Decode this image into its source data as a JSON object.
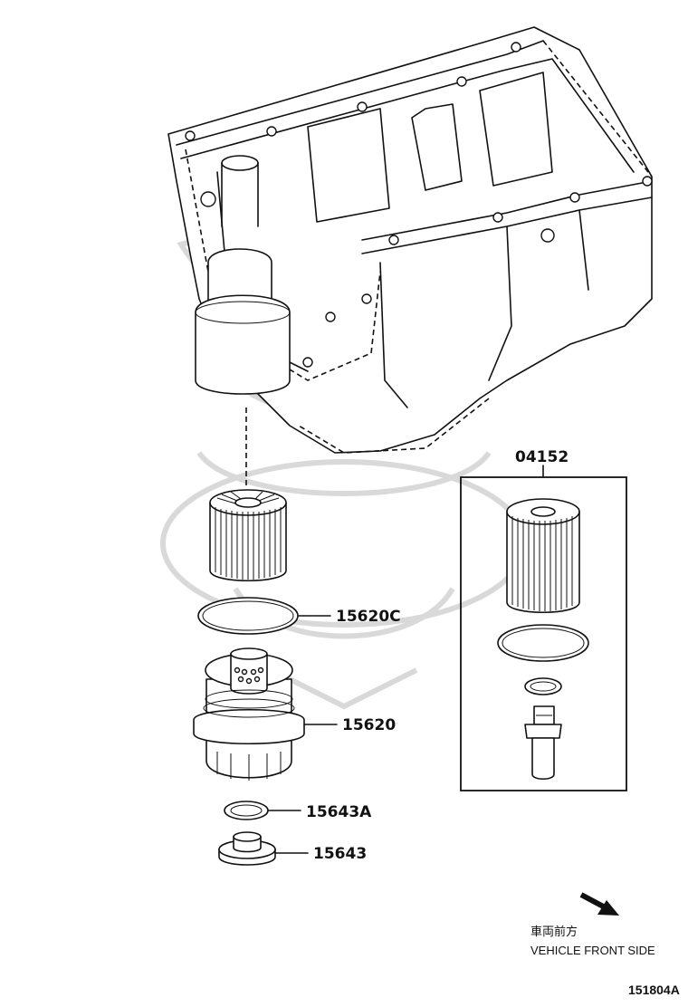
{
  "labels": {
    "part_04152": "04152",
    "part_15620C": "15620C",
    "part_15620": "15620",
    "part_15643A": "15643A",
    "part_15643": "15643",
    "direction_jp": "車両前方",
    "direction_en": "VEHICLE FRONT SIDE",
    "figure_ref": "151804A"
  },
  "icons": {
    "watermark": "samurai-helmet-watermark-icon",
    "direction_arrow": "arrow-down-right-icon"
  }
}
